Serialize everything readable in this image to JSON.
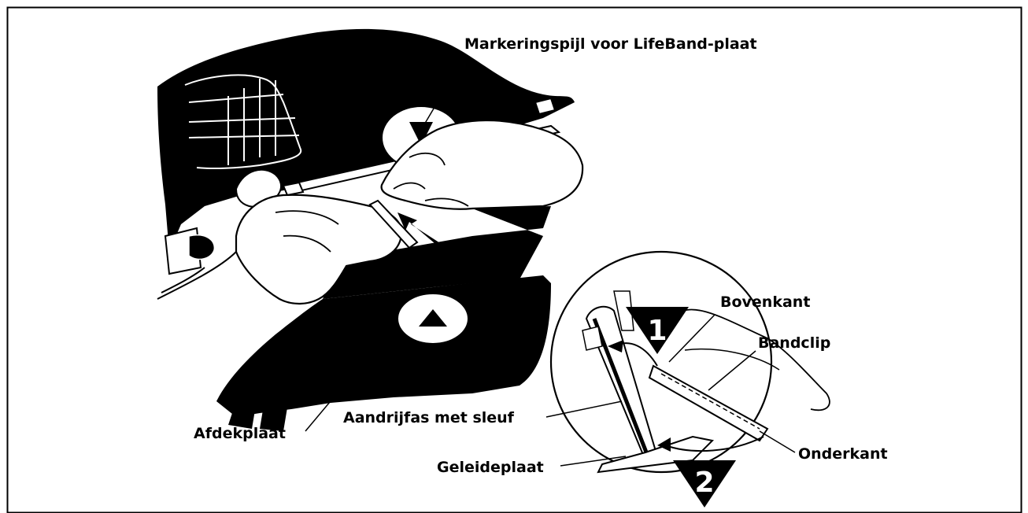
{
  "labels": {
    "marker_arrow": "Markeringspijl voor LifeBand-plaat",
    "cover_plate": "Afdekplaat",
    "drive_shaft": "Aandrijfas met sleuf",
    "guide_plate": "Geleideplaat",
    "top": "Bovenkant",
    "band_clip": "Bandclip",
    "bottom": "Onderkant",
    "step1": "1",
    "step2": "2"
  },
  "colors": {
    "ink": "#000000",
    "paper": "#ffffff"
  }
}
